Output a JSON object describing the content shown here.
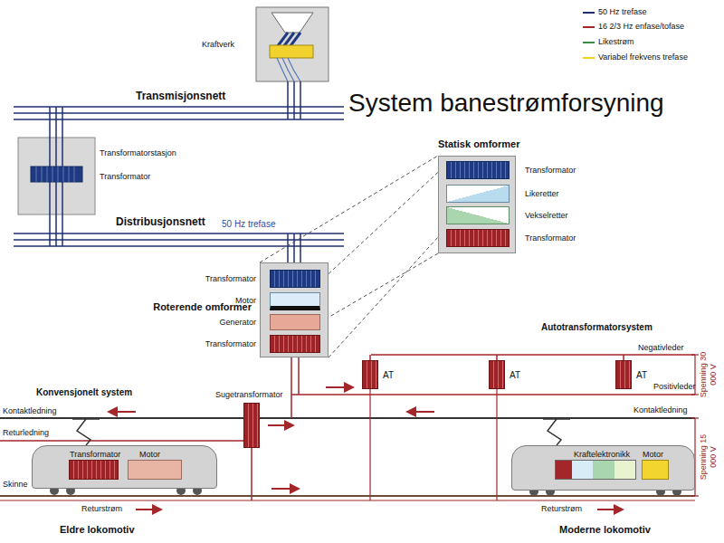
{
  "diagram": {
    "title": "System banestrømforsyning",
    "nodes": [
      {
        "text": [
          "Kraftverk"
        ]
      },
      {
        "text": [
          "Transformatorstasjon",
          "Transformator"
        ]
      },
      {
        "text": [
          "Statisk omformer"
        ]
      },
      {
        "text": [
          "Transformator"
        ],
        "in": 2
      },
      {
        "text": [
          "Likeretter"
        ],
        "in": 2
      },
      {
        "text": [
          "Vekselretter"
        ],
        "in": 2
      },
      {
        "text": [
          "Transformator"
        ],
        "in": 2
      },
      {
        "text": [
          "Roterende omformer"
        ]
      },
      {
        "text": [
          "Transformator"
        ],
        "in": 7
      },
      {
        "text": [
          "Motor"
        ],
        "in": 7
      },
      {
        "text": [
          "Generator"
        ],
        "in": 7
      },
      {
        "text": [
          "Transformator"
        ],
        "in": 7
      },
      {
        "text": [
          "AT"
        ]
      },
      {
        "text": [
          "AT"
        ]
      },
      {
        "text": [
          "AT"
        ]
      },
      {
        "text": [
          "Sugetransformator"
        ]
      },
      {
        "text": [
          "Eldre lokomotiv"
        ]
      },
      {
        "text": [
          "Transformator"
        ],
        "in": 16
      },
      {
        "text": [
          "Motor"
        ],
        "in": 16
      },
      {
        "text": [
          "Moderne lokomotiv"
        ]
      },
      {
        "text": [
          "Kraftelektronikk"
        ],
        "in": 19
      },
      {
        "text": [
          "Motor"
        ],
        "in": 19
      }
    ],
    "edges": [
      {
        "from": 7,
        "to": 2,
        "arrow": "none"
      }
    ],
    "labels": [
      "Transmisjonsnett",
      "Distribusjonsnett",
      "50 Hz trefase",
      "Autotransformatorsystem",
      "Negativleder",
      "Positivleder",
      "Kontaktledning",
      "Spenning 30 000 V",
      "Konvensjonelt system",
      "Kontaktledning",
      "Returledning",
      "Skinne",
      "Spenning 15 000 V",
      "Returstrøm",
      "Returstrøm"
    ],
    "legend": [
      {
        "text": "50 Hz trefase",
        "color": "#1f2f6e"
      },
      {
        "text": "16 2/3 Hz enfase/tofase",
        "color": "#a3262a"
      },
      {
        "text": "Likestrøm",
        "color": "#3a8a4a"
      },
      {
        "text": "Variabel frekvens trefase",
        "color": "#f0d020"
      }
    ]
  }
}
